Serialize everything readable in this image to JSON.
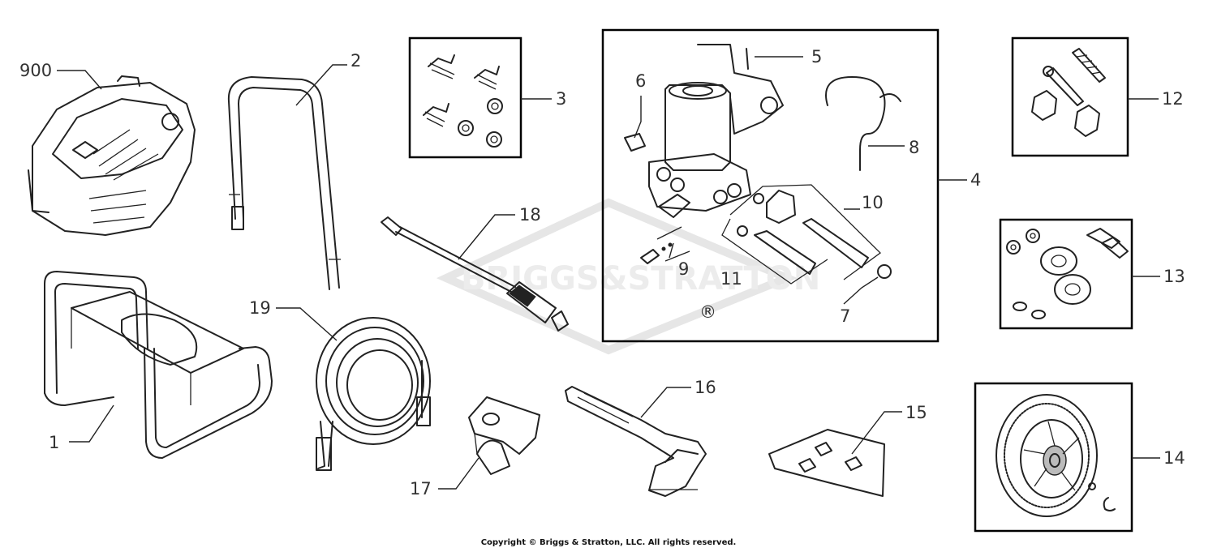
{
  "watermark": {
    "text": "BRIGGS&STRATTON",
    "registered": "®"
  },
  "callouts": {
    "c900": "900",
    "c1": "1",
    "c2": "2",
    "c3": "3",
    "c4": "4",
    "c5": "5",
    "c6": "6",
    "c7": "7",
    "c8": "8",
    "c9": "9",
    "c10": "10",
    "c11": "11",
    "c12": "12",
    "c13": "13",
    "c14": "14",
    "c15": "15",
    "c16": "16",
    "c17": "17",
    "c18": "18",
    "c19": "19"
  },
  "footer": {
    "copyright": "Copyright © Briggs & Stratton, LLC. All rights reserved."
  }
}
